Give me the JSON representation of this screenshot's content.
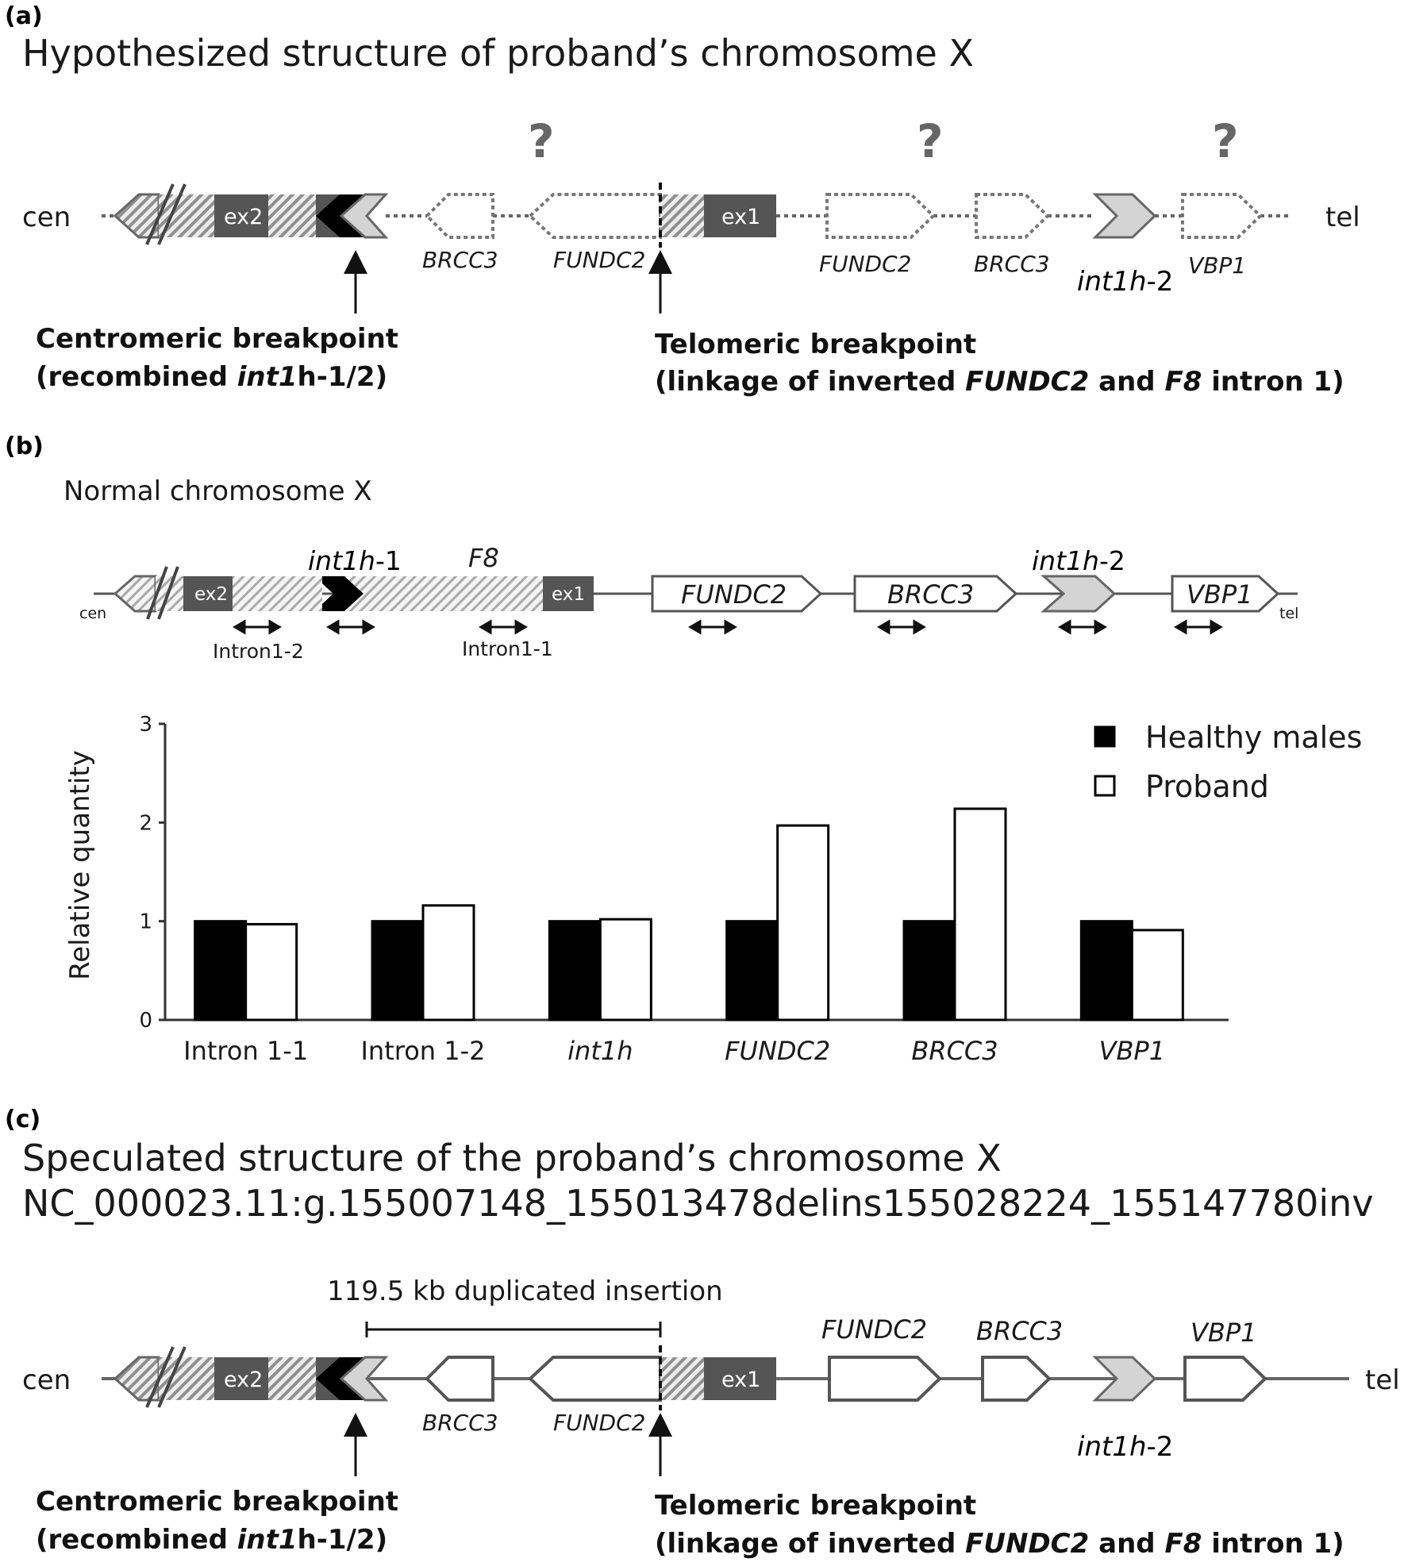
{
  "panel_a": {
    "label": "(a)",
    "title": "Hypothesized structure of proband’s chromosome X",
    "cen": "cen",
    "tel": "tel",
    "exon2": "ex2",
    "exon1": "ex1",
    "question": "?",
    "gene_labels": {
      "brcc3_inv": "BRCC3",
      "fundc2_inv": "FUNDC2",
      "fundc2": "FUNDC2",
      "brcc3": "BRCC3",
      "int1h2_italic": "int1h",
      "int1h2_suffix": "-2",
      "vbp1": "VBP1"
    },
    "centromeric_bp": {
      "line1": "Centromeric breakpoint",
      "line2_prefix": "(recombined ",
      "line2_italic": "int1",
      "line2_suffix": "h-1/2)"
    },
    "telomeric_bp": {
      "line1": "Telomeric breakpoint",
      "line2_prefix": "(linkage of inverted ",
      "line2_italic1": "FUNDC2",
      "line2_mid": " and ",
      "line2_italic2": "F8",
      "line2_suffix": " intron 1)"
    }
  },
  "panel_b": {
    "label": "(b)",
    "subtitle": "Normal chromosome X",
    "cen": "cen",
    "tel": "tel",
    "exon2": "ex2",
    "exon1": "ex1",
    "int1h1_italic": "int1h",
    "int1h1_suffix": "-1",
    "f8": "F8",
    "fundc2": "FUNDC2",
    "brcc3": "BRCC3",
    "int1h2_italic": "int1h",
    "int1h2_suffix": "-2",
    "vbp1": "VBP1",
    "primer_intron1_2": "Intron1-2",
    "primer_intron1_1": "Intron1-1"
  },
  "chart_data": {
    "type": "bar",
    "categories": [
      "Intron 1-1",
      "Intron 1-2",
      "int1h",
      "FUNDC2",
      "BRCC3",
      "VBP1"
    ],
    "italic_categories": [
      "int1h",
      "FUNDC2",
      "BRCC3",
      "VBP1"
    ],
    "series": [
      {
        "name": "Healthy males",
        "values": [
          1.0,
          1.0,
          1.0,
          1.0,
          1.0,
          1.0
        ],
        "color": "#000000"
      },
      {
        "name": "Proband",
        "values": [
          0.97,
          1.16,
          1.02,
          1.97,
          2.14,
          0.91
        ],
        "color": "#ffffff"
      }
    ],
    "ylabel": "Relative quantity",
    "ylim": [
      0,
      3
    ],
    "yticks": [
      "0",
      "1",
      "2",
      "3"
    ],
    "grid": false,
    "legend": "top-right"
  },
  "panel_c": {
    "label": "(c)",
    "title_line1": "Speculated structure of the proband’s chromosome X",
    "title_line2": "NC_000023.11:g.155007148_155013478delins155028224_155147780inv",
    "insertion_label": "119.5 kb duplicated insertion",
    "cen": "cen",
    "tel": "tel",
    "exon2": "ex2",
    "exon1": "ex1",
    "gene_labels": {
      "brcc3_inv": "BRCC3",
      "fundc2_inv": "FUNDC2",
      "fundc2": "FUNDC2",
      "brcc3": "BRCC3",
      "vbp1": "VBP1",
      "int1h2_italic": "int1h",
      "int1h2_suffix": "-2"
    },
    "centromeric_bp": {
      "line1": "Centromeric breakpoint",
      "line2_prefix": "(recombined ",
      "line2_italic": "int1",
      "line2_suffix": "h-1/2)"
    },
    "telomeric_bp": {
      "line1": "Telomeric breakpoint",
      "line2_prefix": "(linkage of inverted ",
      "line2_italic1": "FUNDC2",
      "line2_mid": " and ",
      "line2_italic2": "F8",
      "line2_suffix": " intron 1)"
    }
  }
}
